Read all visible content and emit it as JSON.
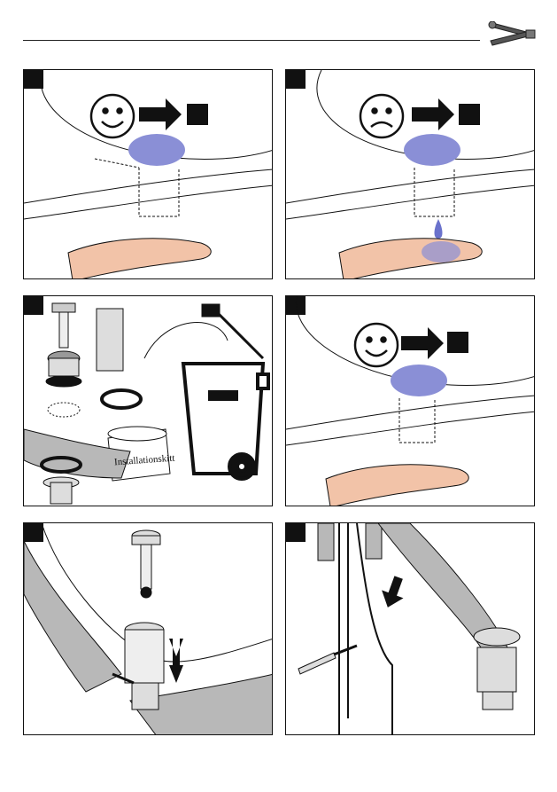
{
  "header": {
    "tools_icon": "wrench-screwdriver-icon"
  },
  "panels": [
    {
      "id": 1,
      "icons": [
        "sink-icon",
        "smiley-happy-icon",
        "arrow-right-icon",
        "drain-plug-icon",
        "hand-icon"
      ]
    },
    {
      "id": 2,
      "icons": [
        "sink-icon",
        "smiley-sad-icon",
        "arrow-right-icon",
        "water-drop-icon",
        "hand-icon"
      ]
    },
    {
      "id": 3,
      "label": "Installationskitt",
      "icons": [
        "drain-plug-icon",
        "trash-bin-icon",
        "ring-icon"
      ]
    },
    {
      "id": 4,
      "icons": [
        "sink-icon",
        "smiley-happy-icon",
        "arrow-right-icon",
        "hand-icon"
      ]
    },
    {
      "id": 5,
      "icons": [
        "drain-plug-icon",
        "double-arrow-icon"
      ]
    },
    {
      "id": 6,
      "icons": [
        "screwdriver-icon",
        "arrow-down-icon",
        "drain-plug-icon"
      ]
    }
  ],
  "colors": {
    "plug": "#8a8fd6",
    "skin": "#f2c3a8",
    "drop": "#6a72cc",
    "gray": "#b8b8b8"
  }
}
